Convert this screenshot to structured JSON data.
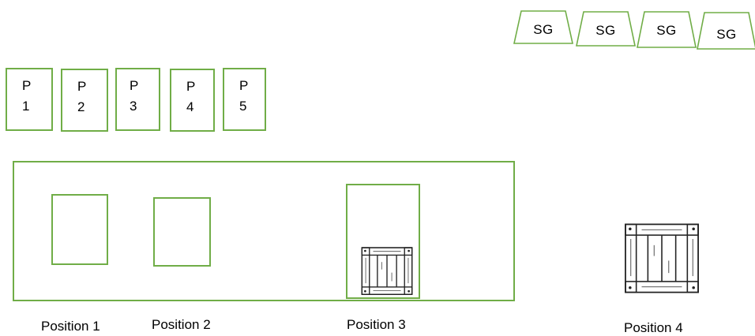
{
  "trays": [
    {
      "label": "SG"
    },
    {
      "label": "SG"
    },
    {
      "label": "SG"
    },
    {
      "label": "SG"
    }
  ],
  "pallets": [
    {
      "top": "P",
      "bottom": "1"
    },
    {
      "top": "P",
      "bottom": "2"
    },
    {
      "top": "P",
      "bottom": "3"
    },
    {
      "top": "P",
      "bottom": "4"
    },
    {
      "top": "P",
      "bottom": "5"
    }
  ],
  "positions": [
    {
      "label": "Position 1"
    },
    {
      "label": "Position 2"
    },
    {
      "label": "Position 3"
    },
    {
      "label": "Position 4"
    }
  ],
  "colors": {
    "outline": "#70ad47"
  }
}
